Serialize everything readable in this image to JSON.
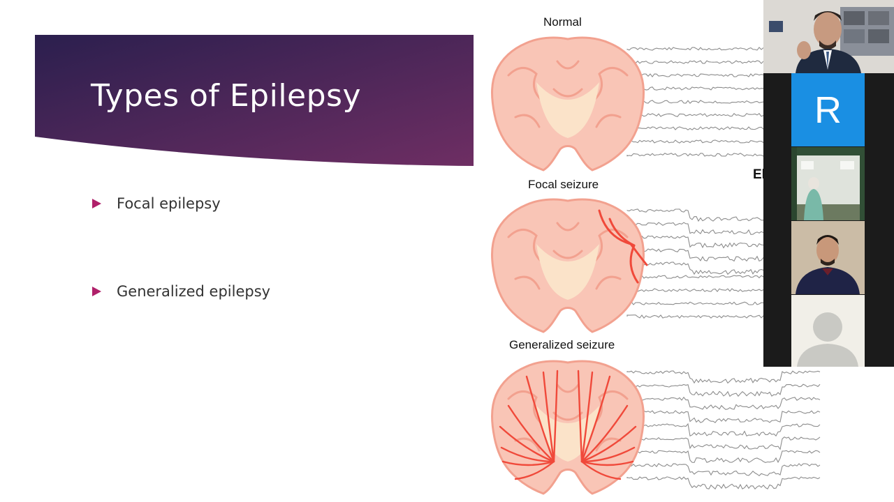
{
  "slide": {
    "title": "Types of Epilepsy",
    "bullets": [
      {
        "text": "Focal epilepsy"
      },
      {
        "text": "Generalized epilepsy"
      }
    ]
  },
  "figure": {
    "panels": [
      {
        "label": "Normal"
      },
      {
        "label": "Focal seizure"
      },
      {
        "label": "Generalized seizure"
      }
    ],
    "cut_label": "El"
  },
  "video_call": {
    "participants": [
      {
        "initial": "",
        "kind": "presenter-video"
      },
      {
        "initial": "R",
        "kind": "avatar-initial"
      },
      {
        "initial": "",
        "kind": "participant-video"
      },
      {
        "initial": "",
        "kind": "participant-video"
      },
      {
        "initial": "",
        "kind": "no-video-placeholder"
      }
    ]
  },
  "colors": {
    "banner_start": "#2e2050",
    "banner_end": "#6b2e63",
    "bullet_marker": "#b0206a",
    "brain_fill": "#f9c5b6",
    "brain_outline": "#f2a18f",
    "arrow": "#f0493a",
    "eeg_trace": "#8c8c8c",
    "avatar_tile": "#1a8fe3"
  }
}
